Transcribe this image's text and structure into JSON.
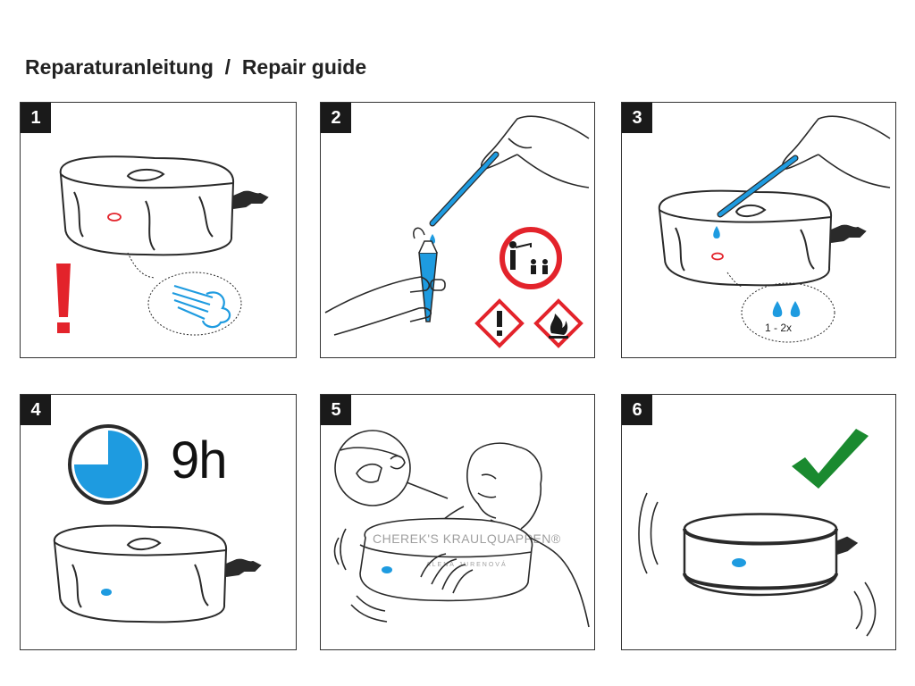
{
  "title": "Reparaturanleitung  /  Repair guide",
  "colors": {
    "accent_blue": "#1e9be0",
    "warning_red": "#e3232b",
    "check_green": "#1a8a2f",
    "ink": "#2a2a2a"
  },
  "panels": [
    {
      "number": "1",
      "icons": [
        "cushion-icon",
        "exclamation-icon",
        "air-leak-icon"
      ]
    },
    {
      "number": "2",
      "icons": [
        "glue-tube-icon",
        "keep-away-from-children-icon",
        "exclamation-hazard-icon",
        "flammable-hazard-icon"
      ]
    },
    {
      "number": "3",
      "icons": [
        "applicator-icon",
        "glue-drops-icon"
      ],
      "drops_label": "1 - 2x"
    },
    {
      "number": "4",
      "icons": [
        "timer-icon"
      ],
      "time_label": "9h"
    },
    {
      "number": "5",
      "icons": [
        "valve-closeup-icon",
        "inflating-person-icon"
      ],
      "watermark": "CHEREK'S KRAULQUAPPEN®",
      "watermark_sub": "ALENA JURENOVÁ"
    },
    {
      "number": "6",
      "icons": [
        "inflated-cushion-icon",
        "checkmark-icon"
      ]
    }
  ]
}
